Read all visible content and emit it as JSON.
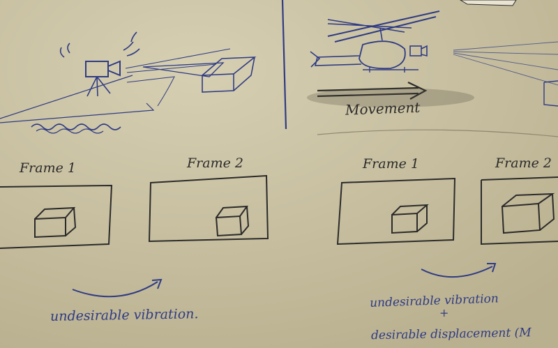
{
  "left_panel": {
    "frame1_label": "Frame 1",
    "frame2_label": "Frame 2",
    "caption": "undesirable vibration."
  },
  "right_panel": {
    "movement_label": "Movement",
    "frame1_label": "Frame 1",
    "frame2_label": "Frame 2",
    "caption_line1": "undesirable vibration",
    "caption_plus": "+",
    "caption_line2": "desirable displacement (M"
  },
  "colors": {
    "paper": "#cbc3a3",
    "black_marker": "#2b2a2a",
    "blue_pen": "#2f3b83"
  }
}
